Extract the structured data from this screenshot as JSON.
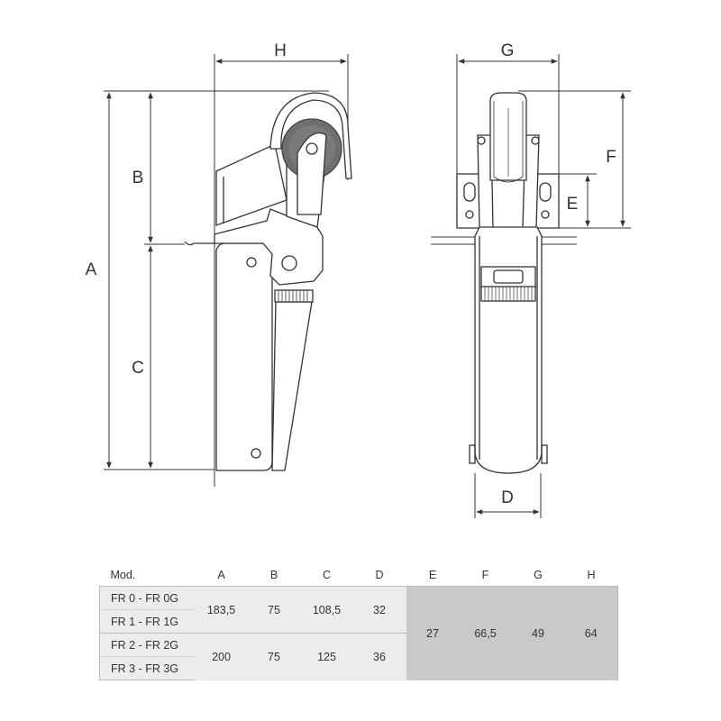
{
  "dimension_labels": {
    "A": "A",
    "B": "B",
    "C": "C",
    "D": "D",
    "E": "E",
    "F": "F",
    "G": "G",
    "H": "H"
  },
  "table": {
    "headers": [
      "Mod.",
      "A",
      "B",
      "C",
      "D",
      "E",
      "F",
      "G",
      "H"
    ],
    "models": [
      "FR 0 - FR 0G",
      "FR 1 - FR 1G",
      "FR 2 - FR 2G",
      "FR 3 - FR 3G"
    ],
    "group1": {
      "A": "183,5",
      "B": "75",
      "C": "108,5",
      "D": "32"
    },
    "group2": {
      "A": "200",
      "B": "75",
      "C": "125",
      "D": "36"
    },
    "shared": {
      "E": "27",
      "F": "66,5",
      "G": "49",
      "H": "64"
    }
  },
  "colors": {
    "line": "#333333",
    "light_cell": "#ececec",
    "dark_cell": "#c9c9c9",
    "roller": "#6e6e6e"
  }
}
